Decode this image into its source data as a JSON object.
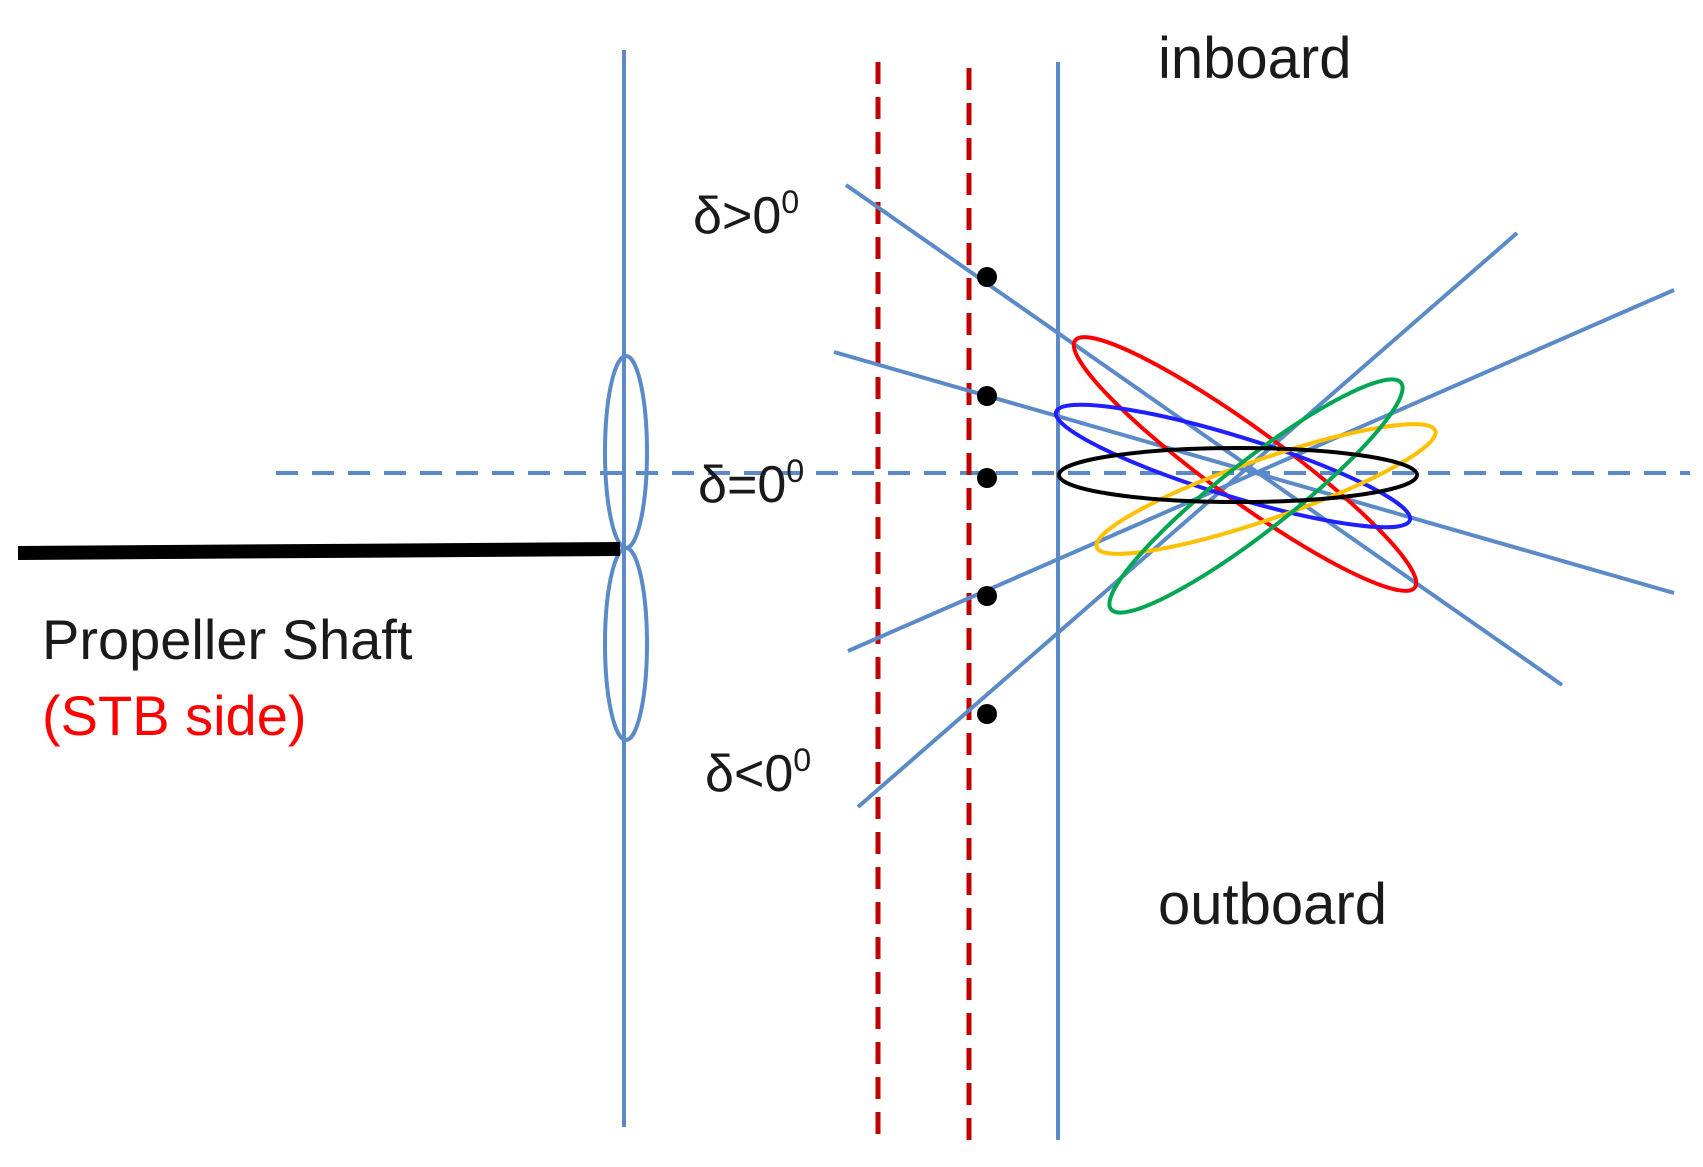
{
  "labels": {
    "inboard": "inboard",
    "outboard": "outboard",
    "shaft": "Propeller Shaft",
    "side": "(STB side)"
  },
  "angles": {
    "positive": {
      "symbol": "δ",
      "relation": ">",
      "value": "0",
      "superscript": "0"
    },
    "zero": {
      "symbol": "δ",
      "relation": "=",
      "value": "0",
      "superscript": "0"
    },
    "negative": {
      "symbol": "δ",
      "relation": "<",
      "value": "0",
      "superscript": "0"
    }
  },
  "colors": {
    "line": "#5b8ac8",
    "dashed_reference": "#c00000",
    "shaft": "#000000",
    "side_text": "#ff0000",
    "ellipses": [
      "#ff0000",
      "#1f1fff",
      "#000000",
      "#ffc000",
      "#00a651"
    ]
  },
  "icons": {
    "propeller": "propeller-blade-icon",
    "pivot": "dot-icon"
  }
}
